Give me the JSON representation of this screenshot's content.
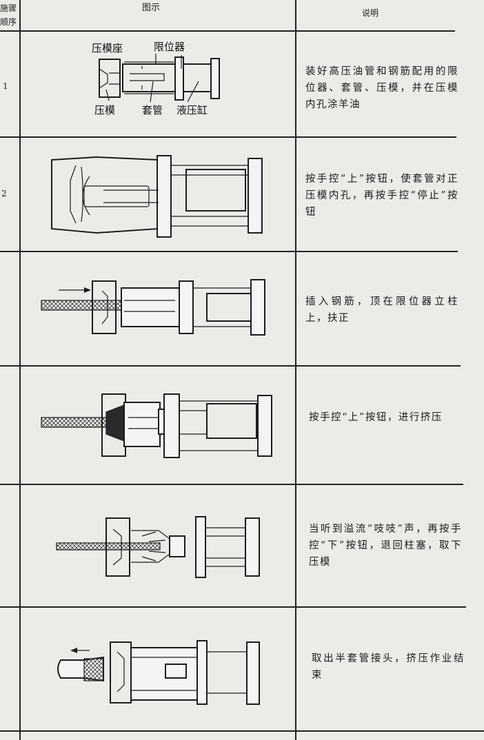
{
  "header": {
    "step_col_line1": "施骤",
    "step_col_line2": "顺序",
    "figure_col": "图示",
    "desc_col": "说明"
  },
  "steps": [
    {
      "number": "1",
      "labels": {
        "die_seat": "压模座",
        "limiter": "限位器",
        "die": "压模",
        "sleeve": "套管",
        "cylinder": "液压缸"
      },
      "description": "装好高压油管和钢筋配用的限位器、套管、压模，并在压模内孔涂羊油"
    },
    {
      "number": "2",
      "description": "按手控“上”按钮，使套管对正压模内孔，再按手控“停止”按钮"
    },
    {
      "number": "",
      "description": "插入钢筋，顶在限位器立柱上，扶正"
    },
    {
      "number": "",
      "description": "按手控“上”按钮，进行挤压"
    },
    {
      "number": "",
      "description": "当听到溢流“吱吱”声，再按手控“下”按钮，退回柱塞，取下压模"
    },
    {
      "number": "",
      "description": "取出半套管接头，挤压作业结束"
    }
  ]
}
